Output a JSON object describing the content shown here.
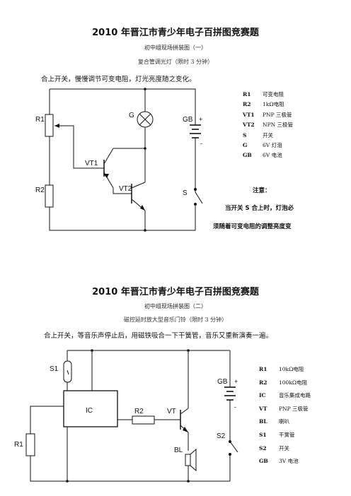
{
  "section1": {
    "title": "2010 年晋江市青少年电子百拼图竞赛题",
    "subtitle": "初中组现场拼装图（一）",
    "circuit_name": "复合管调光灯（限时 3 分钟）",
    "instruction": "合上开关，慢慢调节可变电阻，灯光亮度随之变化。",
    "labels": {
      "r1": "R1",
      "r2": "R2",
      "g": "G",
      "gb": "GB",
      "vt1": "VT1",
      "vt2": "VT2",
      "s": "S",
      "plus": "+",
      "minus": "-"
    },
    "legend": [
      {
        "key": "R1",
        "value": "可变电阻"
      },
      {
        "key": "R2",
        "value": "1kΩ电阻"
      },
      {
        "key": "VT1",
        "value": "PNP 三极管"
      },
      {
        "key": "VT2",
        "value": "NPN 三极管"
      },
      {
        "key": "S",
        "value": "开关"
      },
      {
        "key": "G",
        "value": "6V 灯泡"
      },
      {
        "key": "GB",
        "value": "6V 电池"
      }
    ],
    "note_title": "注意：",
    "note_line1": "当开关 S 合上时，灯泡必",
    "note_line2": "须随着可变电阻的调整亮度变"
  },
  "section2": {
    "title": "2010 年晋江市青少年电子百拼图竞赛题",
    "subtitle": "初中组现场拼装图（二）",
    "circuit_name": "磁控延时放大型音乐门铃（限时 3 分钟）",
    "instruction": "合上开关，等音乐声停止后，用磁铁吸合一下干簧管，音乐又重新演奏一遍。",
    "labels": {
      "s1": "S1",
      "ic": "IC",
      "r1": "R1",
      "r2": "R2",
      "vt": "VT",
      "bl": "BL",
      "gb": "GB",
      "s2": "S2",
      "plus": "+",
      "minus": "-"
    },
    "legend": [
      {
        "key": "R1",
        "value": "10kΩ电阻"
      },
      {
        "key": "R2",
        "value": "100kΩ电阻"
      },
      {
        "key": "IC",
        "value": "音乐集成电路"
      },
      {
        "key": "VT",
        "value": "PNP 三极管"
      },
      {
        "key": "BL",
        "value": "喇叭"
      },
      {
        "key": "S1",
        "value": "干簧管"
      },
      {
        "key": "S2",
        "value": "开关"
      },
      {
        "key": "GB",
        "value": "3V 电池"
      }
    ]
  }
}
